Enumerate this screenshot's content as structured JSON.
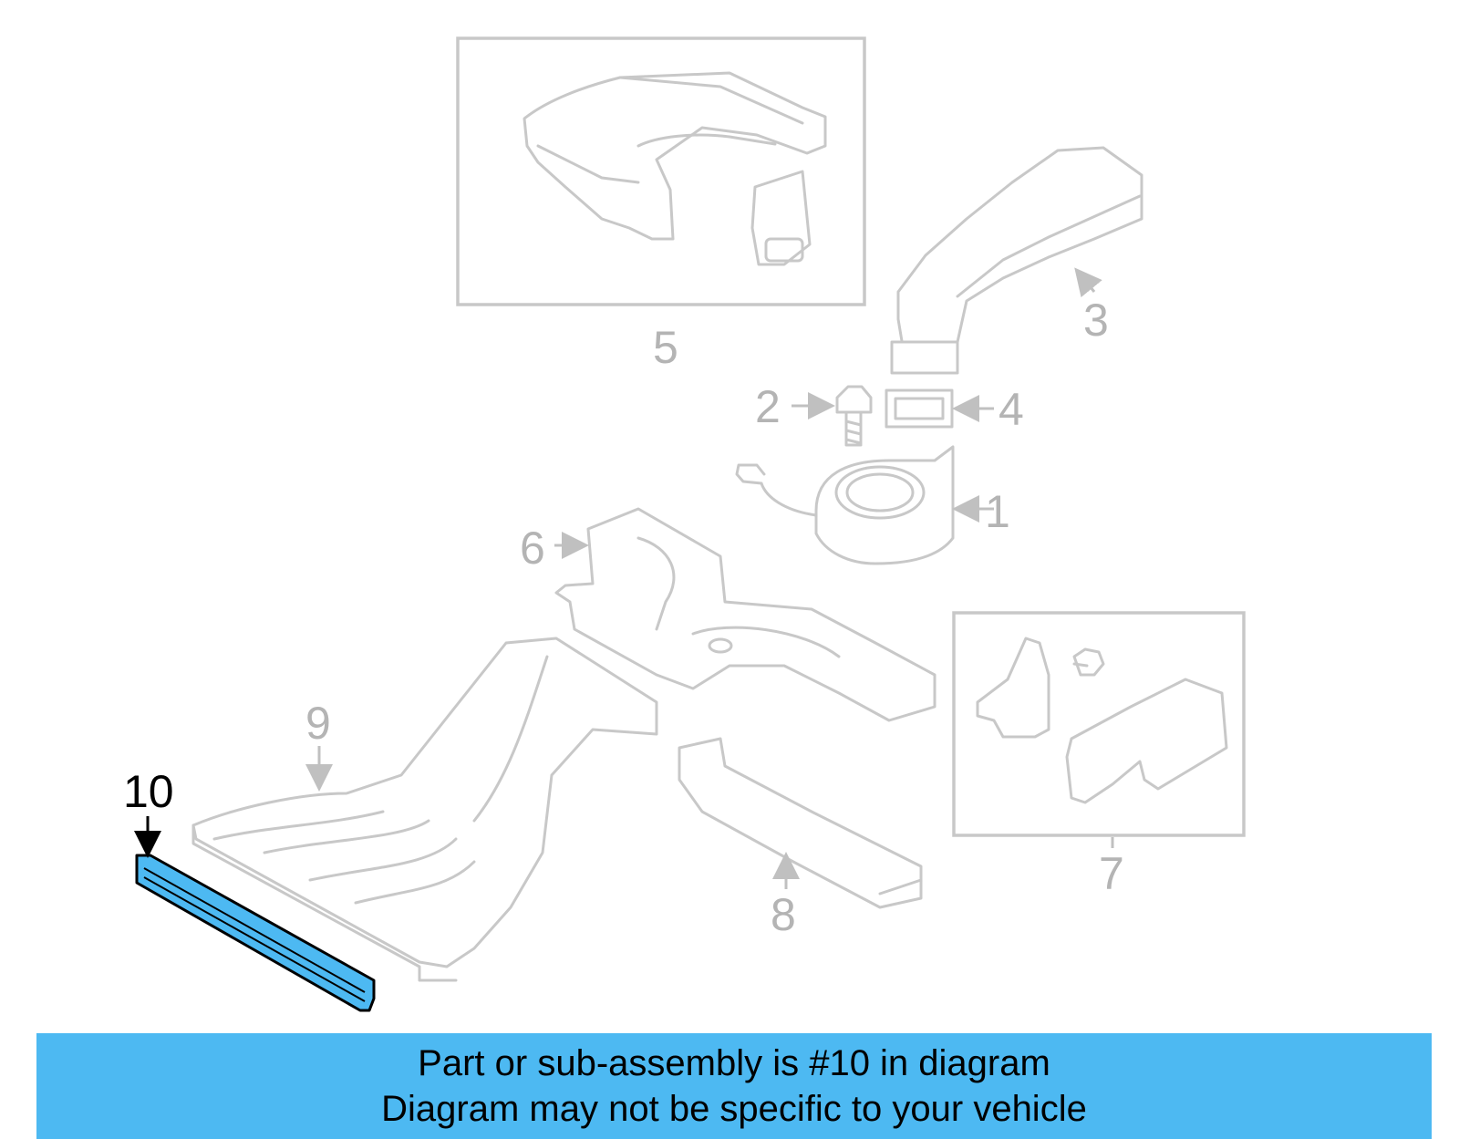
{
  "colors": {
    "highlight": "#4db9f2",
    "banner": "#4db9f2",
    "part_line": "#c8c8c8",
    "callout_inactive": "#b4b4b4",
    "callout_active": "#000000"
  },
  "callouts": [
    {
      "id": "1",
      "label": "1"
    },
    {
      "id": "2",
      "label": "2"
    },
    {
      "id": "3",
      "label": "3"
    },
    {
      "id": "4",
      "label": "4"
    },
    {
      "id": "5",
      "label": "5"
    },
    {
      "id": "6",
      "label": "6"
    },
    {
      "id": "7",
      "label": "7"
    },
    {
      "id": "8",
      "label": "8"
    },
    {
      "id": "9",
      "label": "9"
    },
    {
      "id": "10",
      "label": "10",
      "highlighted": true
    }
  ],
  "banner": {
    "line1": "Part or sub-assembly is #10 in diagram",
    "line2": "Diagram may not be specific to your vehicle"
  }
}
